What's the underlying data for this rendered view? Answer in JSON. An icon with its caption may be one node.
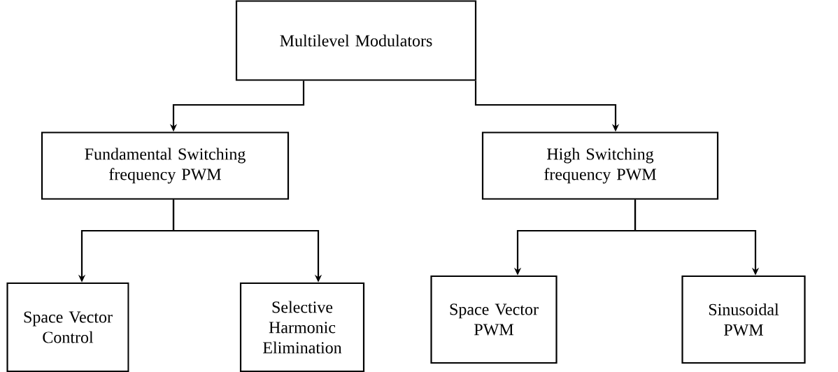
{
  "diagram": {
    "nodes": [
      {
        "text": [
          "Multilevel Modulators"
        ]
      },
      {
        "text": [
          "Fundamental Switching frequency PWM"
        ]
      },
      {
        "text": [
          "High Switching frequency PWM"
        ]
      },
      {
        "text": [
          "Space Vector Control"
        ]
      },
      {
        "text": [
          "Selective Harmonic Elimination"
        ]
      },
      {
        "text": [
          "Space Vector PWM"
        ]
      },
      {
        "text": [
          "Sinusoidal PWM"
        ]
      }
    ],
    "edges": [
      {
        "from": 0,
        "to": 1,
        "arrow": "to"
      },
      {
        "from": 0,
        "to": 2,
        "arrow": "to"
      },
      {
        "from": 1,
        "to": 3,
        "arrow": "to"
      },
      {
        "from": 1,
        "to": 4,
        "arrow": "to"
      },
      {
        "from": 2,
        "to": 5,
        "arrow": "to"
      },
      {
        "from": 2,
        "to": 6,
        "arrow": "to"
      }
    ]
  }
}
